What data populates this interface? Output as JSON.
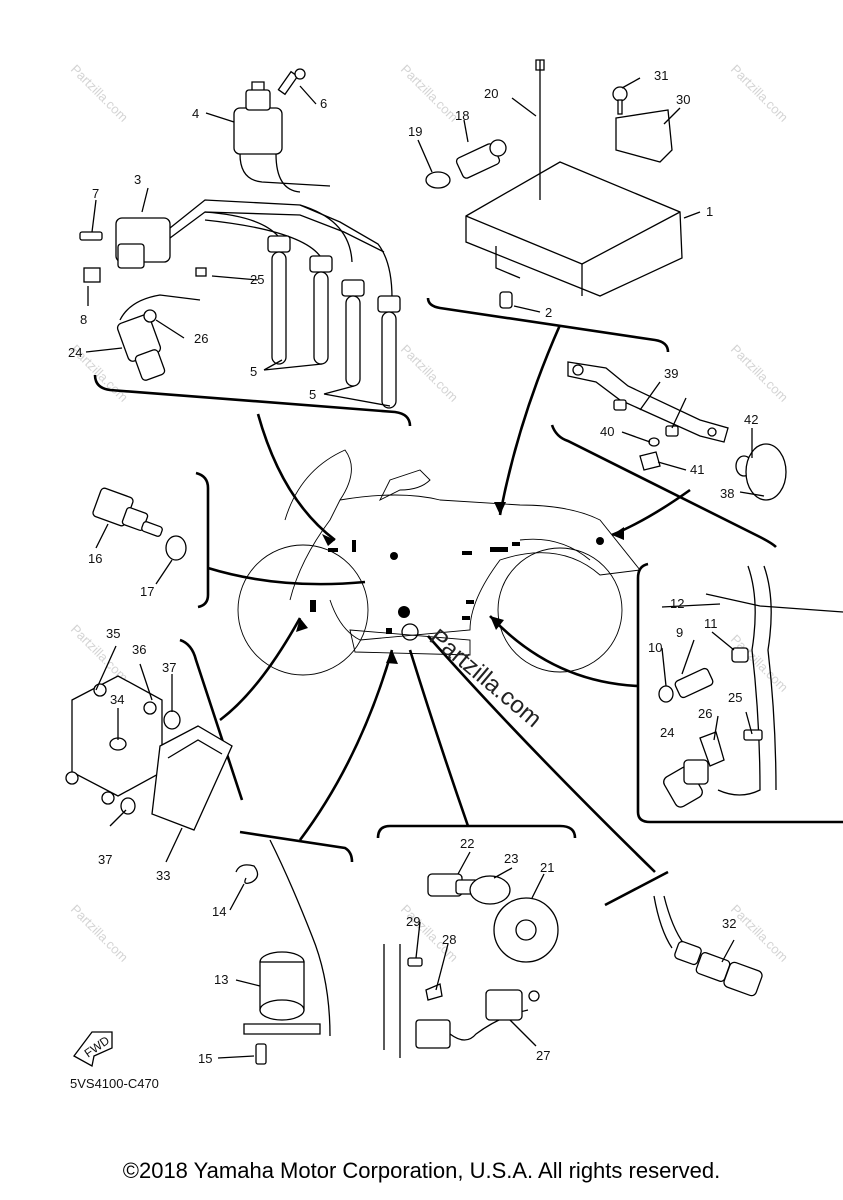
{
  "diagram": {
    "part_code": "5VS4100-C470",
    "fwd_label": "FWD",
    "watermark": "Partzilla.com",
    "center_watermark": "Partzilla.com",
    "copyright": "©2018 Yamaha Motor Corporation, U.S.A. All rights reserved."
  },
  "callouts": {
    "c1": "1",
    "c2": "2",
    "c3": "3",
    "c4": "4",
    "c5a": "5",
    "c5b": "5",
    "c6": "6",
    "c7": "7",
    "c8": "8",
    "c9": "9",
    "c10": "10",
    "c11": "11",
    "c12": "12",
    "c13": "13",
    "c14": "14",
    "c15": "15",
    "c16": "16",
    "c17": "17",
    "c18": "18",
    "c19": "19",
    "c20": "20",
    "c21": "21",
    "c22": "22",
    "c23": "23",
    "c24a": "24",
    "c24b": "24",
    "c25a": "25",
    "c25b": "25",
    "c26a": "26",
    "c26b": "26",
    "c27": "27",
    "c28": "28",
    "c29": "29",
    "c30": "30",
    "c31": "31",
    "c32": "32",
    "c33": "33",
    "c34": "34",
    "c35": "35",
    "c36": "36",
    "c37a": "37",
    "c37b": "37",
    "c38": "38",
    "c39": "39",
    "c40": "40",
    "c41": "41",
    "c42": "42"
  }
}
